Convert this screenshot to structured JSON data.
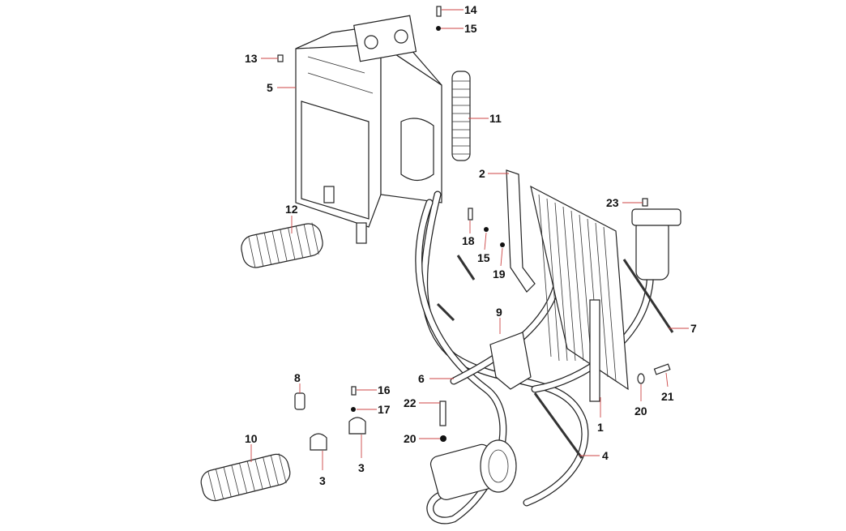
{
  "diagram": {
    "type": "exploded-parts-view",
    "leader_color": "#cc4444",
    "callouts": [
      "14",
      "15",
      "13",
      "5",
      "11",
      "2",
      "23",
      "12",
      "18",
      "15",
      "19",
      "7",
      "9",
      "6",
      "8",
      "16",
      "17",
      "22",
      "20",
      "1",
      "20",
      "21",
      "10",
      "3",
      "3",
      "4"
    ]
  }
}
